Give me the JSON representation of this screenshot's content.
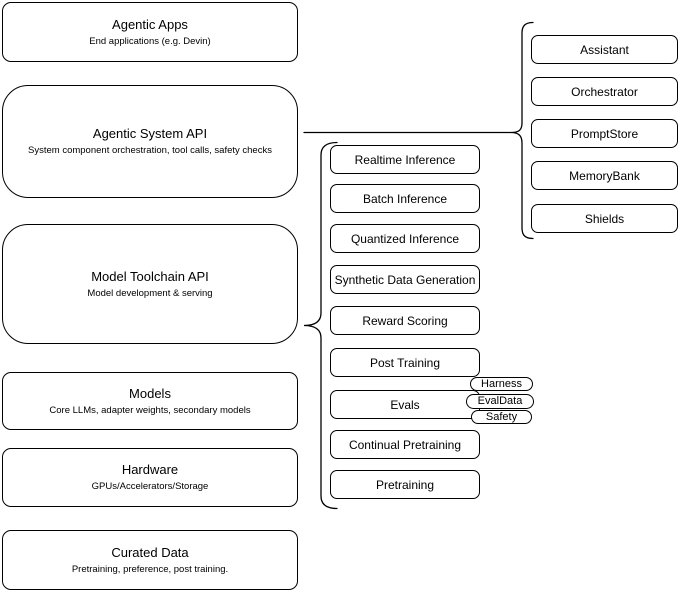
{
  "diagram": {
    "left_column": [
      {
        "title": "Agentic Apps",
        "subtitle": "End applications (e.g. Devin)"
      },
      {
        "title": "Agentic System API",
        "subtitle": "System component orchestration, tool calls, safety checks"
      },
      {
        "title": "Model Toolchain API",
        "subtitle": "Model development & serving"
      },
      {
        "title": "Models",
        "subtitle": "Core LLMs, adapter weights, secondary models"
      },
      {
        "title": "Hardware",
        "subtitle": "GPUs/Accelerators/Storage"
      },
      {
        "title": "Curated Data",
        "subtitle": "Pretraining, preference, post training."
      }
    ],
    "toolchain_items": [
      "Realtime Inference",
      "Batch Inference",
      "Quantized Inference",
      "Synthetic Data Generation",
      "Reward Scoring",
      "Post Training",
      "Evals",
      "Continual Pretraining",
      "Pretraining"
    ],
    "eval_tags": [
      "Harness",
      "EvalData",
      "Safety"
    ],
    "system_components": [
      "Assistant",
      "Orchestrator",
      "PromptStore",
      "MemoryBank",
      "Shields"
    ],
    "colors": {
      "stroke": "#000000",
      "fill": "#ffffff",
      "background": "#ffffff",
      "text": "#000000"
    }
  }
}
